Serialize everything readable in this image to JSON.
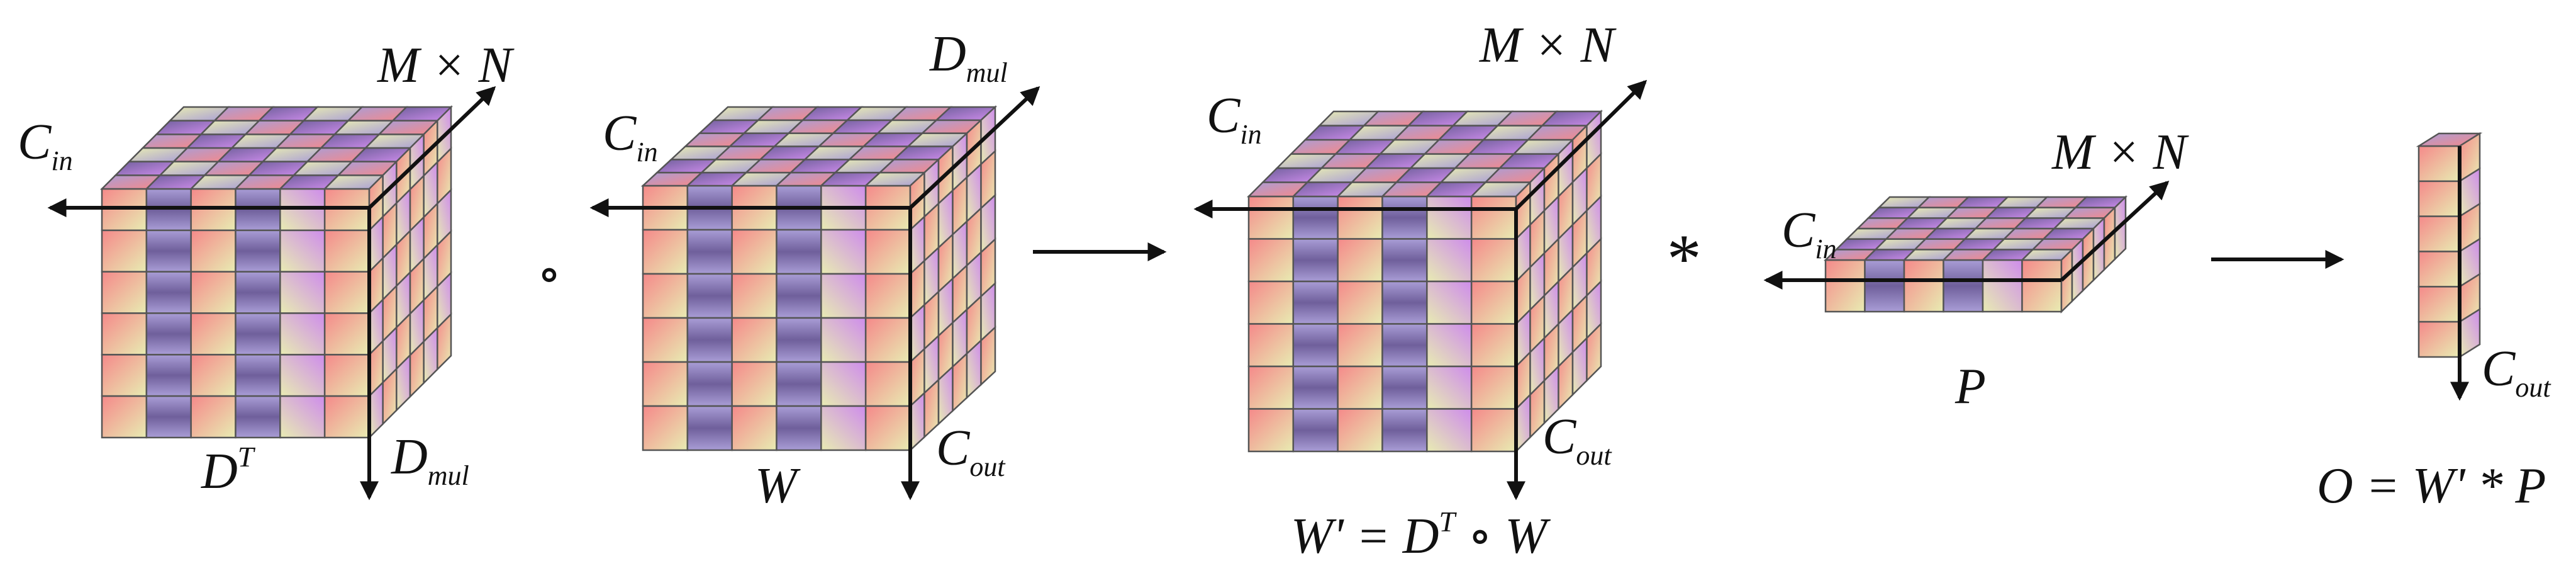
{
  "colors": {
    "red_tone": "#f5898a",
    "green_tone": "#e8ecb2",
    "lavender_tone": "#a99dd6",
    "deep_purple_tone": "#6f5f9b",
    "magenta_tone": "#ce8cec",
    "edge": "#555555",
    "arrow": "#111111"
  },
  "tensors": [
    {
      "id": "dt",
      "label": "D",
      "label_sup": "T",
      "axis_left_main": "C",
      "axis_left_sub": "in",
      "axis_diag_main": "M × N",
      "axis_diag_sub": "",
      "axis_down_main": "D",
      "axis_down_sub": "mul"
    },
    {
      "id": "w",
      "label": "W",
      "label_sup": "",
      "axis_left_main": "C",
      "axis_left_sub": "in",
      "axis_diag_main": "D",
      "axis_diag_sub": "mul",
      "axis_down_main": "C",
      "axis_down_sub": "out"
    },
    {
      "id": "wprime",
      "label": "",
      "label_sup": "",
      "axis_left_main": "C",
      "axis_left_sub": "in",
      "axis_diag_main": "M × N",
      "axis_diag_sub": "",
      "axis_down_main": "C",
      "axis_down_sub": "out"
    },
    {
      "id": "p",
      "label": "P",
      "label_sup": "",
      "axis_left_main": "C",
      "axis_left_sub": "in",
      "axis_diag_main": "M × N",
      "axis_diag_sub": "",
      "axis_down_main": "",
      "axis_down_sub": ""
    },
    {
      "id": "o",
      "label": "",
      "label_sup": "",
      "axis_left_main": "",
      "axis_left_sub": "",
      "axis_diag_main": "",
      "axis_diag_sub": "",
      "axis_down_main": "C",
      "axis_down_sub": "out"
    }
  ],
  "operators": {
    "hadamard": "∘",
    "convolution": "*"
  },
  "equations": {
    "wprime": {
      "a": "W' = D",
      "sup": "T",
      "b": " ∘ W"
    },
    "output": "O = W' * P"
  }
}
